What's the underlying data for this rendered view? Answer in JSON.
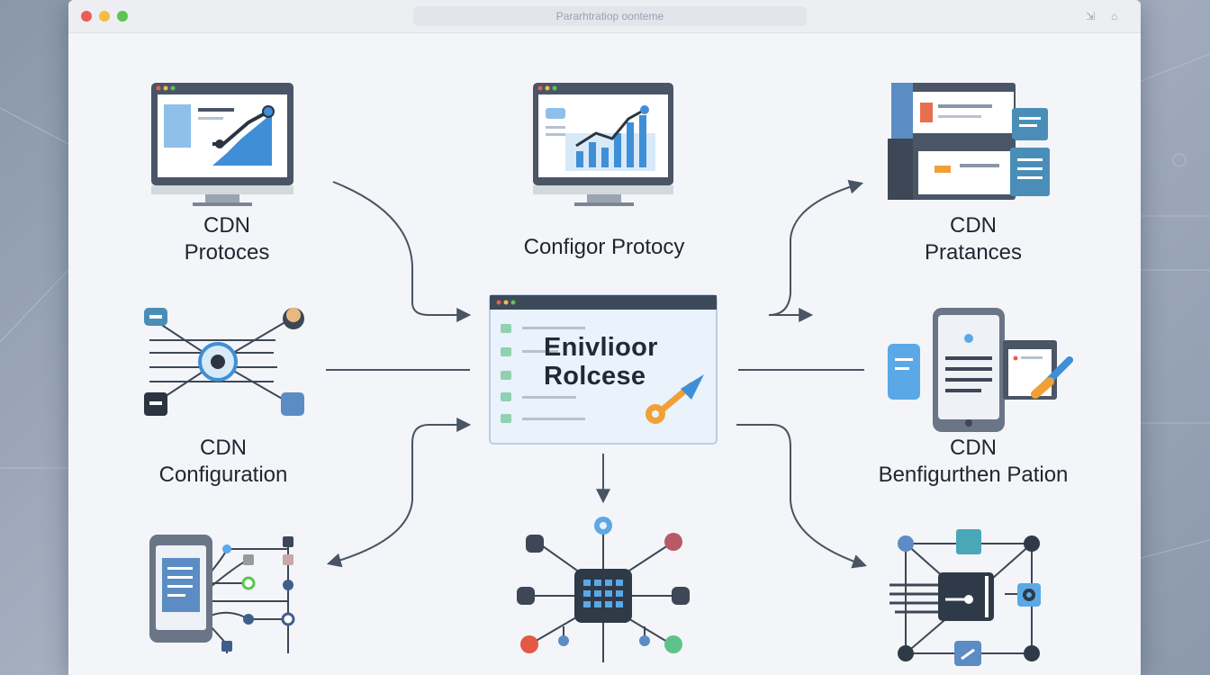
{
  "window": {
    "url_text": "Pararhtratiop oonteme",
    "toolbar_icons": [
      "share-icon",
      "lock-icon"
    ]
  },
  "diagram": {
    "center_node": {
      "title_line1": "Enivlioor",
      "title_line2": "Rolcese",
      "icon": "key-icon"
    },
    "nodes": [
      {
        "id": "top-left",
        "line1": "CDN",
        "line2": "Protoces",
        "icon": "monitor-analytics-icon"
      },
      {
        "id": "top-center",
        "line1": "",
        "line2": "Configor Protocy",
        "icon": "monitor-chart-icon"
      },
      {
        "id": "top-right",
        "line1": "CDN",
        "line2": "Pratances",
        "icon": "windows-stack-icon"
      },
      {
        "id": "mid-left",
        "line1": "CDN",
        "line2": "Configuration",
        "icon": "network-hub-icon"
      },
      {
        "id": "mid-right",
        "line1": "CDN",
        "line2": "Benfigurthen Pation",
        "icon": "mobile-edit-icon"
      },
      {
        "id": "bottom-left",
        "line1": "",
        "line2": "",
        "icon": "phone-network-icon"
      },
      {
        "id": "bottom-center",
        "line1": "",
        "line2": "",
        "icon": "chip-network-icon"
      },
      {
        "id": "bottom-right",
        "line1": "",
        "line2": "",
        "icon": "server-network-icon"
      }
    ]
  },
  "colors": {
    "accent_blue": "#3f8fd6",
    "dark_slate": "#3d4756",
    "accent_orange": "#f0a037",
    "arrow": "#4a5462"
  }
}
